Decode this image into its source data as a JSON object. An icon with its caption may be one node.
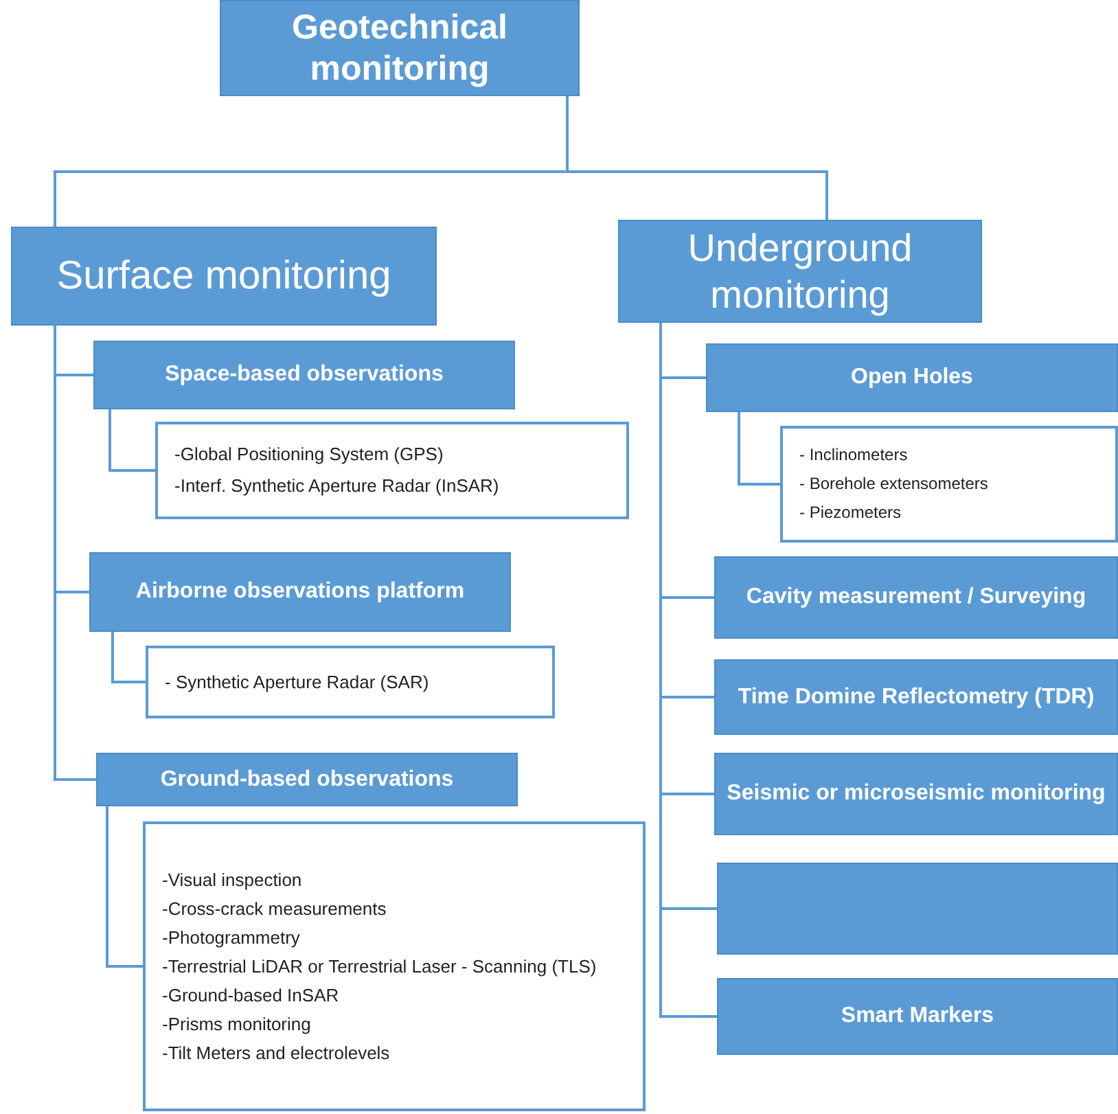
{
  "diagram": {
    "nodes": [
      {
        "text": [
          "Geotechnical monitoring"
        ]
      },
      {
        "text": [
          "Surface monitoring"
        ]
      },
      {
        "text": [
          "Underground monitoring"
        ]
      },
      {
        "text": [
          "Space-based observations"
        ]
      },
      {
        "text": [
          "-Global Positioning System (GPS)",
          "-Interf. Synthetic Aperture Radar (InSAR)"
        ]
      },
      {
        "text": [
          "Airborne observations platform"
        ]
      },
      {
        "text": [
          "- Synthetic Aperture Radar (SAR)"
        ]
      },
      {
        "text": [
          "Ground-based observations"
        ]
      },
      {
        "text": [
          "-Visual inspection",
          "-Cross-crack measurements",
          "-Photogrammetry",
          "-Terrestrial LiDAR or Terrestrial Laser - Scanning (TLS)",
          "-Ground-based InSAR",
          "-Prisms monitoring",
          "-Tilt Meters and electrolevels"
        ]
      },
      {
        "text": [
          "Open Holes"
        ]
      },
      {
        "text": [
          "- Inclinometers",
          "- Borehole extensometers",
          "- Piezometers"
        ]
      },
      {
        "text": [
          "Cavity measurement / Surveying"
        ]
      },
      {
        "text": [
          "Time Domine Reflectometry (TDR)"
        ]
      },
      {
        "text": [
          "Seismic or microseismic monitoring"
        ]
      },
      {
        "text": [],
        "shape": "box"
      },
      {
        "text": [
          "Smart Markers"
        ]
      }
    ],
    "edges": [
      {
        "from": 0,
        "to": 1,
        "arrow": "none"
      },
      {
        "from": 0,
        "to": 2,
        "arrow": "none"
      },
      {
        "from": 1,
        "to": 3,
        "arrow": "none"
      },
      {
        "from": 1,
        "to": 5,
        "arrow": "none"
      },
      {
        "from": 1,
        "to": 7,
        "arrow": "none"
      },
      {
        "from": 3,
        "to": 4,
        "arrow": "none"
      },
      {
        "from": 5,
        "to": 6,
        "arrow": "none"
      },
      {
        "from": 7,
        "to": 8,
        "arrow": "none"
      },
      {
        "from": 2,
        "to": 9,
        "arrow": "none"
      },
      {
        "from": 9,
        "to": 10,
        "arrow": "none"
      },
      {
        "from": 2,
        "to": 11,
        "arrow": "none"
      },
      {
        "from": 2,
        "to": 12,
        "arrow": "none"
      },
      {
        "from": 2,
        "to": 13,
        "arrow": "none"
      },
      {
        "from": 2,
        "to": 14,
        "arrow": "none"
      },
      {
        "from": 2,
        "to": 15,
        "arrow": "none"
      }
    ]
  }
}
